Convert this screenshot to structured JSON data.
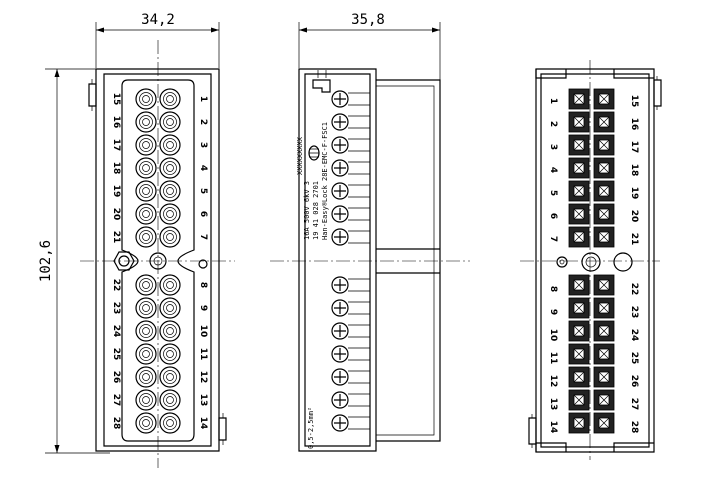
{
  "dimensions": {
    "front_width": "34,2",
    "side_width": "35,8",
    "height": "102,6"
  },
  "front_view": {
    "left_labels": [
      "15",
      "16",
      "17",
      "18",
      "19",
      "20",
      "21",
      "22",
      "23",
      "24",
      "25",
      "26",
      "27",
      "28"
    ],
    "right_labels": [
      "1",
      "2",
      "3",
      "4",
      "5",
      "6",
      "7",
      "8",
      "9",
      "10",
      "11",
      "12",
      "13",
      "14"
    ]
  },
  "side_view": {
    "marking_lines": [
      "Han-Easy®Lock 28E-EMC-F-FSC1",
      "19 41 028 2701",
      "16A 500V 6kV 3",
      "XXXXXXXXX"
    ],
    "bottom_mark": "0,5-2,5mm²"
  },
  "back_view": {
    "left_labels": [
      "1",
      "2",
      "3",
      "4",
      "5",
      "6",
      "7",
      "8",
      "9",
      "10",
      "11",
      "12",
      "13",
      "14"
    ],
    "right_labels": [
      "15",
      "16",
      "17",
      "18",
      "19",
      "20",
      "21",
      "22",
      "23",
      "24",
      "25",
      "26",
      "27",
      "28"
    ]
  }
}
